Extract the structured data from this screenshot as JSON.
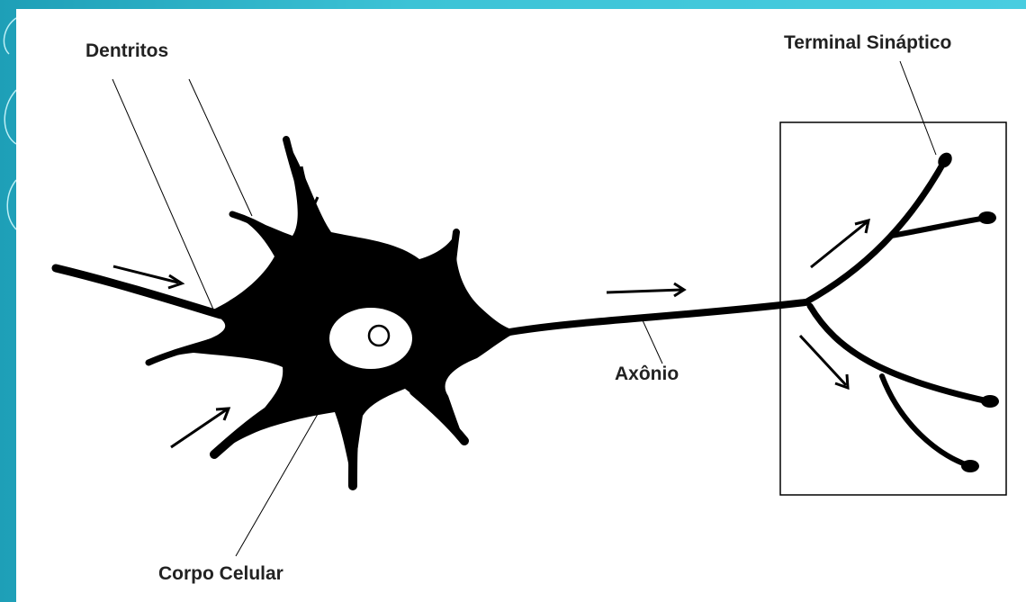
{
  "labels": {
    "dendrites": "Dentritos",
    "synaptic_terminal": "Terminal Sináptico",
    "axon": "Axônio",
    "cell_body": "Corpo Celular"
  },
  "colors": {
    "frame": "#2fb3c8",
    "ink": "#000000",
    "background": "#ffffff"
  }
}
